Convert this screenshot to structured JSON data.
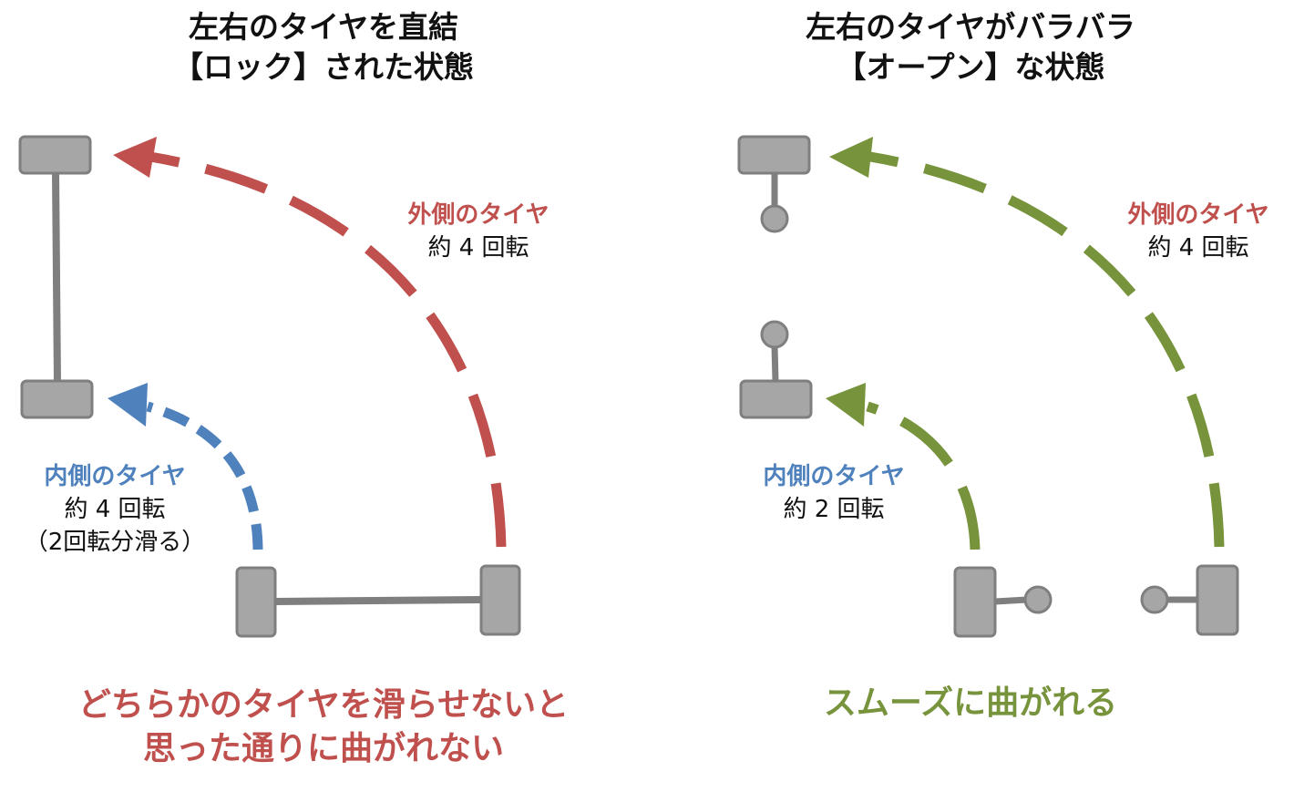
{
  "colors": {
    "outer_red": "#c0504d",
    "inner_blue": "#4f81bd",
    "green": "#77933c",
    "tire_fill": "#a6a6a6",
    "tire_stroke": "#7f7f7f"
  },
  "left": {
    "title_line1": "左右のタイヤを直結",
    "title_line2": "【ロック】された状態",
    "outer": {
      "head": "外側のタイヤ",
      "value": "約 4 回転"
    },
    "inner": {
      "head": "内側のタイヤ",
      "value": "約 4 回転",
      "note": "（2回転分滑る）"
    },
    "caption_line1": "どちらかのタイヤを滑らせないと",
    "caption_line2": "思った通りに曲がれない"
  },
  "right": {
    "title_line1": "左右のタイヤがバラバラ",
    "title_line2": "【オープン】な状態",
    "outer": {
      "head": "外側のタイヤ",
      "value": "約 4 回転"
    },
    "inner": {
      "head": "内側のタイヤ",
      "value": "約 2 回転"
    },
    "caption_line1": "スムーズに曲がれる"
  }
}
